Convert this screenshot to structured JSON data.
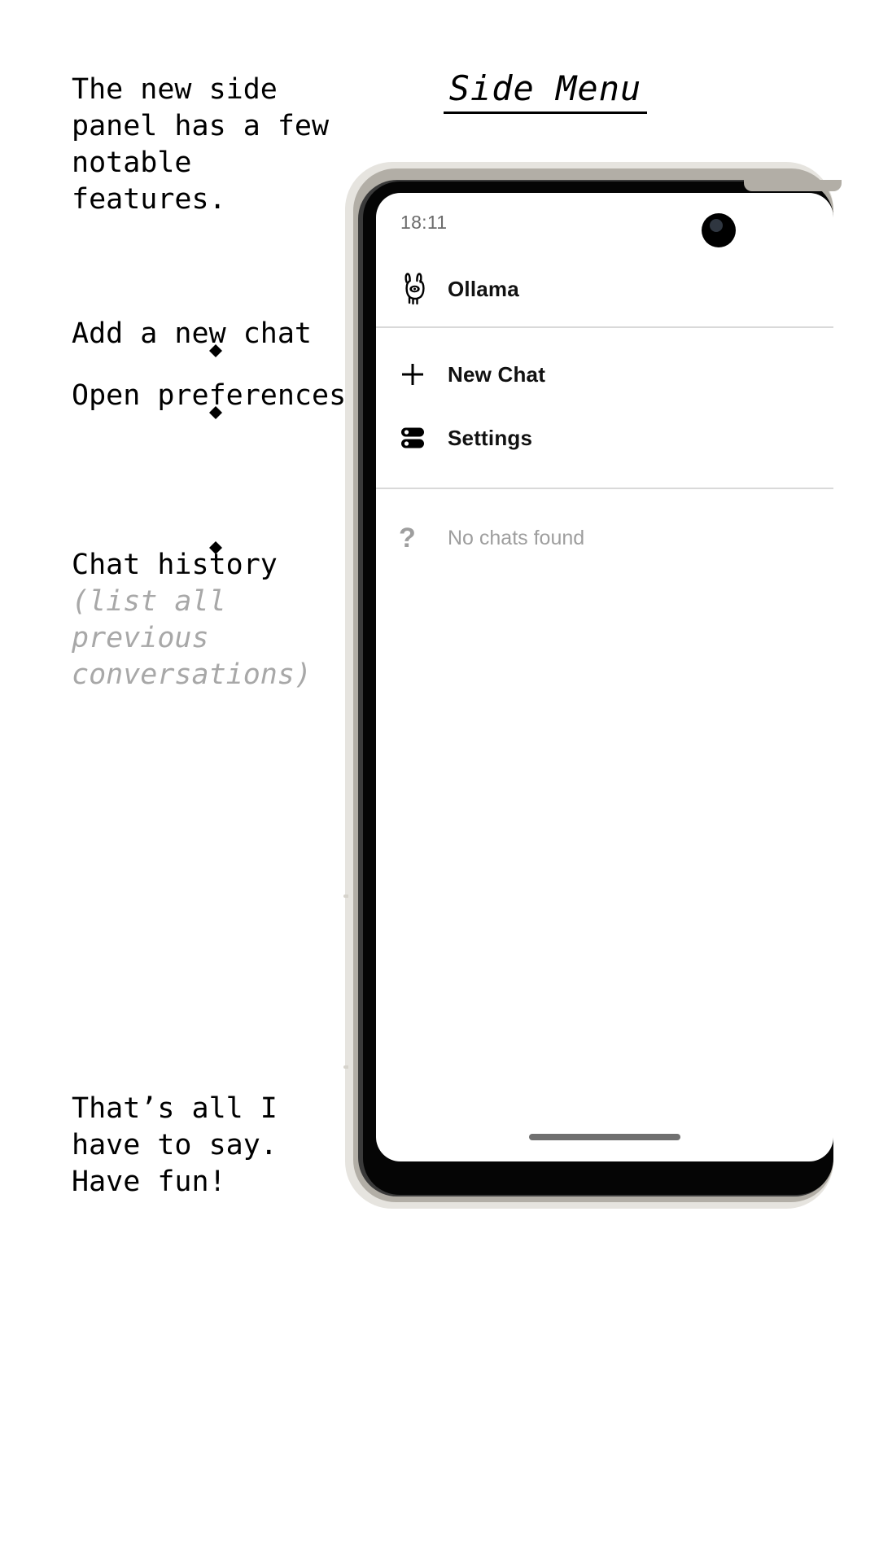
{
  "header": {
    "title": "Side Menu"
  },
  "annotations": [
    {
      "id": "intro",
      "text": "The new side\npanel has a few\nnotable\nfeatures."
    },
    {
      "id": "add-chat",
      "text": "Add a new chat"
    },
    {
      "id": "open-preferences",
      "text": "Open preferences"
    },
    {
      "id": "chat-history",
      "text": "Chat history",
      "subtext": "(list all\nprevious\nconversations)"
    },
    {
      "id": "outro",
      "text": "That’s all I\nhave to say.\nHave fun!"
    }
  ],
  "phone": {
    "status_bar": {
      "time": "18:11",
      "camera_icon": "front-camera-punch-hole"
    },
    "app_header": {
      "icon": "llama-icon",
      "title": "Ollama"
    },
    "menu_items": [
      {
        "icon": "plus-icon",
        "label": "New Chat"
      },
      {
        "icon": "server-settings-icon",
        "label": "Settings"
      }
    ],
    "chat_history": {
      "icon": "question-mark-icon",
      "empty_label": "No chats found"
    },
    "gesture_bar": "home-indicator"
  },
  "colors": {
    "text_primary": "#000000",
    "text_muted": "#a8a8a8",
    "screen_text": "#111111",
    "screen_muted": "#9e9e9e",
    "divider": "#d9d9d9",
    "frame_outer": "#e6e4df",
    "frame_mid": "#b2aea6",
    "bezel": "#050505"
  }
}
